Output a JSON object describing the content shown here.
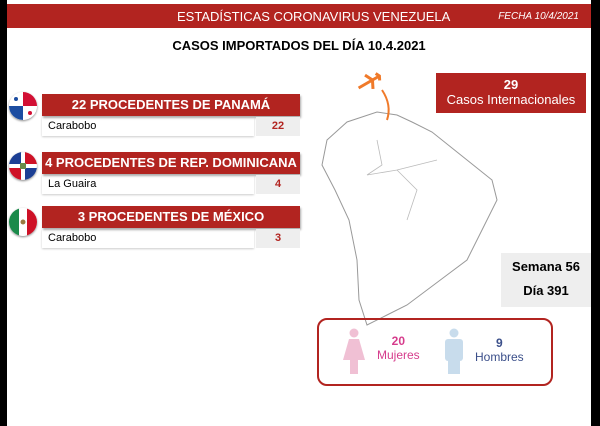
{
  "header": {
    "title": "ESTADÍSTICAS CORONAVIRUS VENEZUELA",
    "date": "FECHA 10/4/2021"
  },
  "subtitle": "CASOS IMPORTADOS DEL DÍA  10.4.2021",
  "origins": [
    {
      "title": "22 PROCEDENTES DE PANAMÁ",
      "state": "Carabobo",
      "count": "22",
      "flag": "panama-flag-icon"
    },
    {
      "title": "4 PROCEDENTES DE REP. DOMINICANA",
      "state": "La Guaira",
      "count": "4",
      "flag": "dominican-republic-flag-icon"
    },
    {
      "title": "3 PROCEDENTES DE MÉXICO",
      "state": "Carabobo",
      "count": "3",
      "flag": "mexico-flag-icon"
    }
  ],
  "international": {
    "count": "29",
    "label": "Casos Internacionales"
  },
  "period": {
    "week": "Semana 56",
    "day": "Día 391"
  },
  "gender": {
    "women_count": "20",
    "women_label": "Mujeres",
    "men_count": "9",
    "men_label": "Hombres",
    "women_color": "#d63c8c",
    "men_color": "#3b4f8a"
  },
  "colors": {
    "accent": "#b22420"
  }
}
